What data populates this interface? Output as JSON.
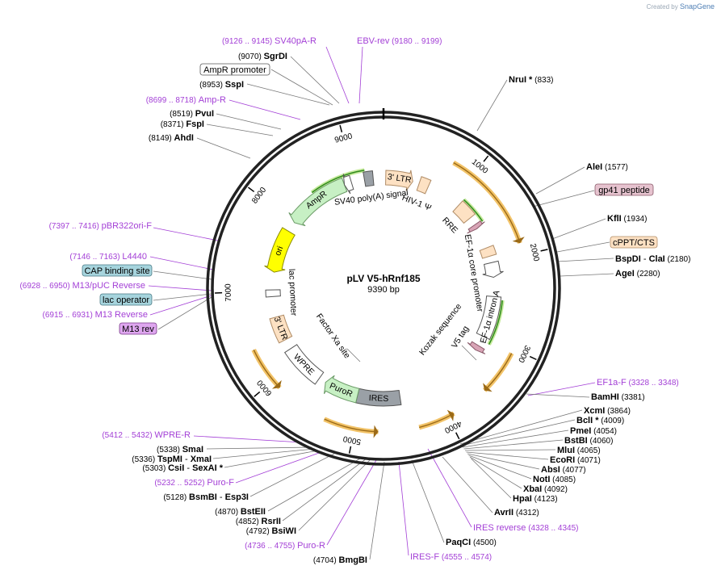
{
  "credit": {
    "created_by": "Created by",
    "brand": "SnapGene"
  },
  "plasmid": {
    "name": "pLV V5-hRnf185",
    "size": "9390 bp",
    "length": 9390
  },
  "ticks": [
    {
      "pos": 1000,
      "label": "1000"
    },
    {
      "pos": 2000,
      "label": "2000"
    },
    {
      "pos": 3000,
      "label": "3000"
    },
    {
      "pos": 4000,
      "label": "4000"
    },
    {
      "pos": 5000,
      "label": "5000"
    },
    {
      "pos": 6000,
      "label": "6000"
    },
    {
      "pos": 7000,
      "label": "7000"
    },
    {
      "pos": 8000,
      "label": "8000"
    },
    {
      "pos": 9000,
      "label": "9000"
    }
  ],
  "features": [
    {
      "name": "3' LTR",
      "start": 30,
      "end": 400,
      "ring": "inner",
      "color": "#fde1c3",
      "stroke": "#b08c66",
      "arrow": "fwd",
      "label": "3' LTR"
    },
    {
      "name": "HIV-1 Ψ",
      "start": 490,
      "end": 620,
      "ring": "inner",
      "color": "#fde1c3",
      "stroke": "#b08c66",
      "arrow": "none",
      "label": "HIV-1 Ψ"
    },
    {
      "name": "RRE",
      "start": 1100,
      "end": 1330,
      "ring": "inner",
      "color": "#fde1c3",
      "stroke": "#b08c66",
      "arrow": "none",
      "label": "RRE"
    },
    {
      "name": "gp41 peptide",
      "start": 1440,
      "end": 1500,
      "ring": "inner",
      "color": "#d8a4b6",
      "stroke": "#8a5a6a",
      "arrow": "fwd",
      "label": ""
    },
    {
      "name": "cPPT/CTS",
      "start": 1790,
      "end": 1910,
      "ring": "inner",
      "color": "#fde1c3",
      "stroke": "#b08c66",
      "arrow": "none",
      "label": ""
    },
    {
      "name": "EF-1α core promoter",
      "start": 2000,
      "end": 2200,
      "ring": "inner",
      "color": "#ffffff",
      "stroke": "#555555",
      "arrow": "fwd",
      "label": "EF-1α core promoter"
    },
    {
      "name": "EF-1α intron A",
      "start": 2460,
      "end": 3020,
      "ring": "inner",
      "color": "#ffffff",
      "stroke": "#555555",
      "arrow": "none",
      "label": "EF-1α intron A"
    },
    {
      "name": "V5 tag",
      "start": 3160,
      "end": 3230,
      "ring": "inner",
      "color": "#d8a4b6",
      "stroke": "#8a5a6a",
      "arrow": "fwd",
      "label": "V5 tag"
    },
    {
      "name": "IRES",
      "start": 4470,
      "end": 5050,
      "ring": "inner",
      "color": "#9aa0a6",
      "stroke": "#555555",
      "arrow": "none",
      "label": "IRES"
    },
    {
      "name": "PuroR",
      "start": 5050,
      "end": 5520,
      "ring": "inner",
      "color": "#c7f0c4",
      "stroke": "#6a9a66",
      "arrow": "fwd",
      "label": "PuroR"
    },
    {
      "name": "WPRE",
      "start": 5620,
      "end": 6180,
      "ring": "inner",
      "color": "#ffffff",
      "stroke": "#555555",
      "arrow": "none",
      "label": "WPRE"
    },
    {
      "name": "3' LTR",
      "start": 6320,
      "end": 6650,
      "ring": "inner",
      "color": "#fde1c3",
      "stroke": "#b08c66",
      "arrow": "none",
      "label": "3' LTR"
    },
    {
      "name": "lac promoter",
      "start": 6930,
      "end": 7020,
      "ring": "inner",
      "color": "#ffffff",
      "stroke": "#555555",
      "arrow": "none",
      "label": "lac promoter"
    },
    {
      "name": "ori",
      "start": 7260,
      "end": 7850,
      "ring": "inner",
      "color": "#ffff00",
      "stroke": "#8a8a00",
      "arrow": "rev",
      "label": "ori"
    },
    {
      "name": "AmpR",
      "start": 7990,
      "end": 8850,
      "ring": "inner",
      "color": "#c7f0c4",
      "stroke": "#6a9a66",
      "arrow": "rev",
      "label": "AmpR"
    },
    {
      "name": "AmpR promoter",
      "start": 8850,
      "end": 8950,
      "ring": "inner",
      "color": "#ffffff",
      "stroke": "#555555",
      "arrow": "rev",
      "label": ""
    },
    {
      "name": "SV40 poly(A) signal",
      "start": 9130,
      "end": 9250,
      "ring": "inner",
      "color": "#9aa0a6",
      "stroke": "#555555",
      "arrow": "none",
      "label": "SV40 poly(A) signal"
    }
  ],
  "orfs": [
    {
      "start": 760,
      "end": 1870,
      "dir": "fwd"
    },
    {
      "start": 3050,
      "end": 3530,
      "dir": "fwd"
    },
    {
      "start": 3930,
      "end": 4320,
      "dir": "rev"
    },
    {
      "start": 4750,
      "end": 5330,
      "dir": "rev"
    },
    {
      "start": 5900,
      "end": 6380,
      "dir": "rev"
    }
  ],
  "green_arcs": [
    {
      "start": 1100,
      "end": 1460,
      "ring": 148
    },
    {
      "start": 2500,
      "end": 3080,
      "ring": 148
    },
    {
      "start": 8430,
      "end": 9150,
      "ring": 148
    }
  ],
  "inner_labels": [
    {
      "text": "Factor Xa site"
    },
    {
      "text": "Kozak sequence"
    }
  ],
  "enzymes": [
    {
      "name": "SgrDI",
      "pos": "(9070)",
      "side": "left"
    },
    {
      "name": "SspI",
      "pos": "(8953)",
      "side": "left"
    },
    {
      "name": "PvuI",
      "pos": "(8519)",
      "side": "left"
    },
    {
      "name": "FspI",
      "pos": "(8371)",
      "side": "left"
    },
    {
      "name": "AhdI",
      "pos": "(8149)",
      "side": "left"
    },
    {
      "name": "NruI *",
      "pos": "(833)",
      "side": "right"
    },
    {
      "name": "AleI",
      "pos": "(1577)",
      "side": "right"
    },
    {
      "name": "KflI",
      "pos": "(1934)",
      "side": "right"
    },
    {
      "name": "BspDI - ClaI",
      "pos": "(2180)",
      "side": "right"
    },
    {
      "name": "AgeI",
      "pos": "(2280)",
      "side": "right"
    },
    {
      "name": "BamHI",
      "pos": "(3381)",
      "side": "right"
    },
    {
      "name": "XcmI",
      "pos": "(3864)",
      "side": "right"
    },
    {
      "name": "BclI *",
      "pos": "(4009)",
      "side": "right"
    },
    {
      "name": "PmeI",
      "pos": "(4054)",
      "side": "right"
    },
    {
      "name": "BstBI",
      "pos": "(4060)",
      "side": "right"
    },
    {
      "name": "MluI",
      "pos": "(4065)",
      "side": "right"
    },
    {
      "name": "EcoRI",
      "pos": "(4071)",
      "side": "right"
    },
    {
      "name": "AbsI",
      "pos": "(4077)",
      "side": "right"
    },
    {
      "name": "NotI",
      "pos": "(4085)",
      "side": "right"
    },
    {
      "name": "XbaI",
      "pos": "(4092)",
      "side": "right"
    },
    {
      "name": "HpaI",
      "pos": "(4123)",
      "side": "right"
    },
    {
      "name": "AvrII",
      "pos": "(4312)",
      "side": "right"
    },
    {
      "name": "PaqCI",
      "pos": "(4500)",
      "side": "right"
    },
    {
      "name": "BmgBI",
      "pos": "(4704)",
      "side": "left"
    },
    {
      "name": "BsiWI",
      "pos": "(4792)",
      "side": "left"
    },
    {
      "name": "RsrII",
      "pos": "(4852)",
      "side": "left"
    },
    {
      "name": "BstEII",
      "pos": "(4870)",
      "side": "left"
    },
    {
      "name": "BsmBI - Esp3I",
      "pos": "(5128)",
      "side": "left"
    },
    {
      "name": "CsiI - SexAI *",
      "pos": "(5303)",
      "side": "left"
    },
    {
      "name": "TspMI - XmaI",
      "pos": "(5336)",
      "side": "left"
    },
    {
      "name": "SmaI",
      "pos": "(5338)",
      "side": "left"
    }
  ],
  "primers": [
    {
      "name": "SV40pA-R",
      "range": "(9126 .. 9145)",
      "side": "left"
    },
    {
      "name": "EBV-rev",
      "range": "(9180 .. 9199)",
      "side": "right"
    },
    {
      "name": "Amp-R",
      "range": "(8699 .. 8718)",
      "side": "left"
    },
    {
      "name": "pBR322ori-F",
      "range": "(7397 .. 7416)",
      "side": "left"
    },
    {
      "name": "L4440",
      "range": "(7146 .. 7163)",
      "side": "left"
    },
    {
      "name": "M13/pUC Reverse",
      "range": "(6928 .. 6950)",
      "side": "left"
    },
    {
      "name": "M13 Reverse",
      "range": "(6915 .. 6931)",
      "side": "left"
    },
    {
      "name": "EF1a-F",
      "range": "(3328 .. 3348)",
      "side": "right"
    },
    {
      "name": "IRES reverse",
      "range": "(4328 .. 4345)",
      "side": "right"
    },
    {
      "name": "IRES-F",
      "range": "(4555 .. 4574)",
      "side": "right"
    },
    {
      "name": "Puro-R",
      "range": "(4736 .. 4755)",
      "side": "left"
    },
    {
      "name": "Puro-F",
      "range": "(5232 .. 5252)",
      "side": "left"
    },
    {
      "name": "WPRE-R",
      "range": "(5412 .. 5432)",
      "side": "left"
    }
  ],
  "boxed_labels": [
    {
      "text": "AmpR promoter",
      "fill": "#ffffff",
      "stroke": "#555555"
    },
    {
      "text": "gp41 peptide",
      "fill": "#e6c3cf",
      "stroke": "#8a5a6a"
    },
    {
      "text": "cPPT/CTS",
      "fill": "#fde1c3",
      "stroke": "#b08c66"
    },
    {
      "text": "CAP binding site",
      "fill": "#a6d4dd",
      "stroke": "#4a7a85"
    },
    {
      "text": "lac operator",
      "fill": "#a6d4dd",
      "stroke": "#4a7a85"
    },
    {
      "text": "M13 rev",
      "fill": "#dea6ef",
      "stroke": "#7a3a8a"
    }
  ]
}
